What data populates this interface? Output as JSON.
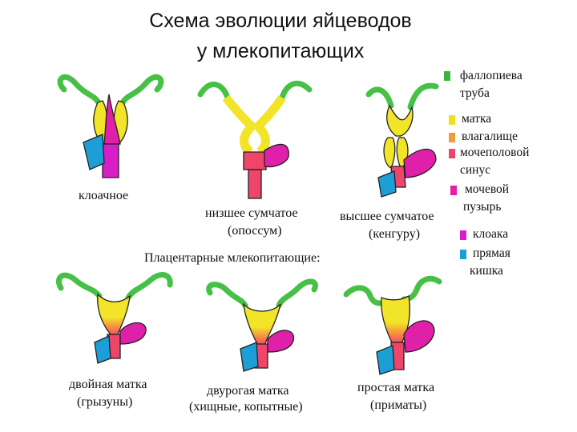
{
  "title": {
    "line1": "Схема эволюции яйцеводов",
    "line2": "у млекопитающих"
  },
  "diagrams": {
    "cloacal": "клоачное",
    "lower_marsupial_1": "низшее сумчатое",
    "lower_marsupial_2": "(опоссум)",
    "higher_marsupial_1": "высшее сумчатое",
    "higher_marsupial_2": "(кенгуру)",
    "placental_header": "Плацентарные млекопитающие:",
    "double_uterus_1": "двойная матка",
    "double_uterus_2": "(грызуны)",
    "bicornuate_1": "двурогая матка",
    "bicornuate_2": "(хищные, копытные)",
    "simplex_1": "простая матка",
    "simplex_2": "(приматы)"
  },
  "legend": [
    {
      "lines": [
        "фаллопиева",
        "труба"
      ],
      "color": "#3cb43c"
    },
    {
      "lines": [
        "матка"
      ],
      "color": "#f0e020"
    },
    {
      "lines": [
        "влагалище"
      ],
      "color": "#f59a3a"
    },
    {
      "lines": [
        "мочеполовой",
        "синус"
      ],
      "color": "#f0456a"
    },
    {
      "lines": [
        "мочевой",
        "пузырь"
      ],
      "color": "#e020a8"
    },
    {
      "lines": [
        "клоака"
      ],
      "color": "#d81ec8"
    },
    {
      "lines": [
        "прямая",
        "кишка"
      ],
      "color": "#18a0d8"
    }
  ],
  "colors": {
    "tube": "#47c047",
    "uterus": "#f2e428",
    "vagina": "#f59a3a",
    "sinus": "#f0456a",
    "bladder": "#e020a8",
    "rectum": "#1c9fd6"
  }
}
